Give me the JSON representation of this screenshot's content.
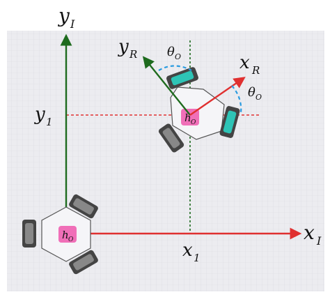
{
  "labels": {
    "y_I": "y",
    "y_I_sub": "I",
    "x_I": "x",
    "x_I_sub": "I",
    "y_R": "y",
    "y_R_sub": "R",
    "x_R": "x",
    "x_R_sub": "R",
    "y_1": "y",
    "y_1_sub": "1",
    "x_1": "x",
    "x_1_sub": "1",
    "theta_top": "θ",
    "theta_top_sub": "O",
    "theta_right": "θ",
    "theta_right_sub": "O",
    "robot_origin_label": "h",
    "robot_origin_sub": "O",
    "robot_moved_label": "h",
    "robot_moved_sub": "O"
  },
  "colors": {
    "background": "#ffffff",
    "grid_panel": "#ececf0",
    "grid_line": "#d9d9e0",
    "inertial_y_axis": "#1e6b1e",
    "inertial_x_axis": "#e03030",
    "robot_y_axis": "#1e6b1e",
    "robot_x_axis": "#e03030",
    "guide_red": "#e03030",
    "guide_green": "#1e6b1e",
    "angle_arc": "#2a9be0",
    "label_box": "#f06fb8",
    "wheel_dark": "#444444",
    "wheel_highlight": "#2ec4b6"
  }
}
